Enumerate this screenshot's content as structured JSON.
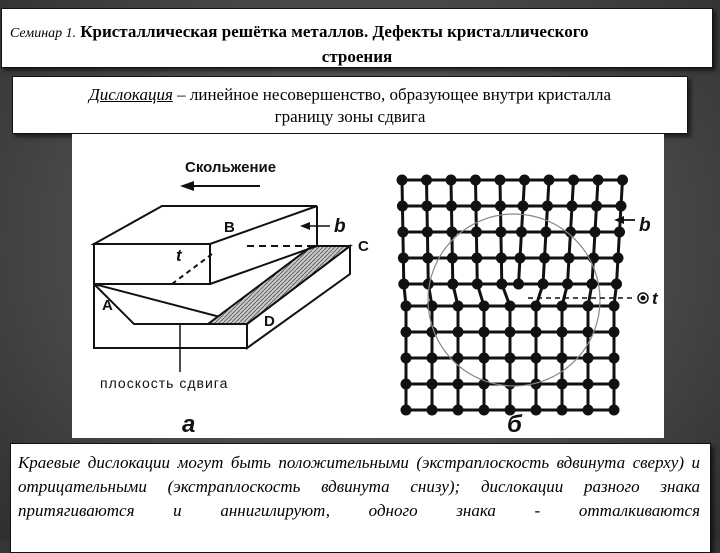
{
  "title": {
    "prefix": "Семинар 1.",
    "main_line1": "Кристаллическая решётка металлов. Дефекты кристаллического",
    "main_line2": "строения"
  },
  "definition": {
    "term": "Дислокация",
    "rest_line1": " – линейное несовершенство, образующее внутри кристалла",
    "rest_line2": "границу зоны сдвига"
  },
  "figure": {
    "slip_label": "Скольжение",
    "label_a_point": "A",
    "label_b_point": "B",
    "label_c_point": "C",
    "label_d_point": "D",
    "vector_b": "b",
    "vector_t": "t",
    "shear_plane_label": "плоскость сдвига",
    "caption_a": "а",
    "caption_b": "б"
  },
  "bottom_text": "Краевые дислокации могут быть положительными (экстраплоскость вдвинута сверху) и отрицательными (экстраплоскость вдвинута снизу); дислокации разного знака притягиваются и аннигилируют, одного знака - отталкиваются"
}
